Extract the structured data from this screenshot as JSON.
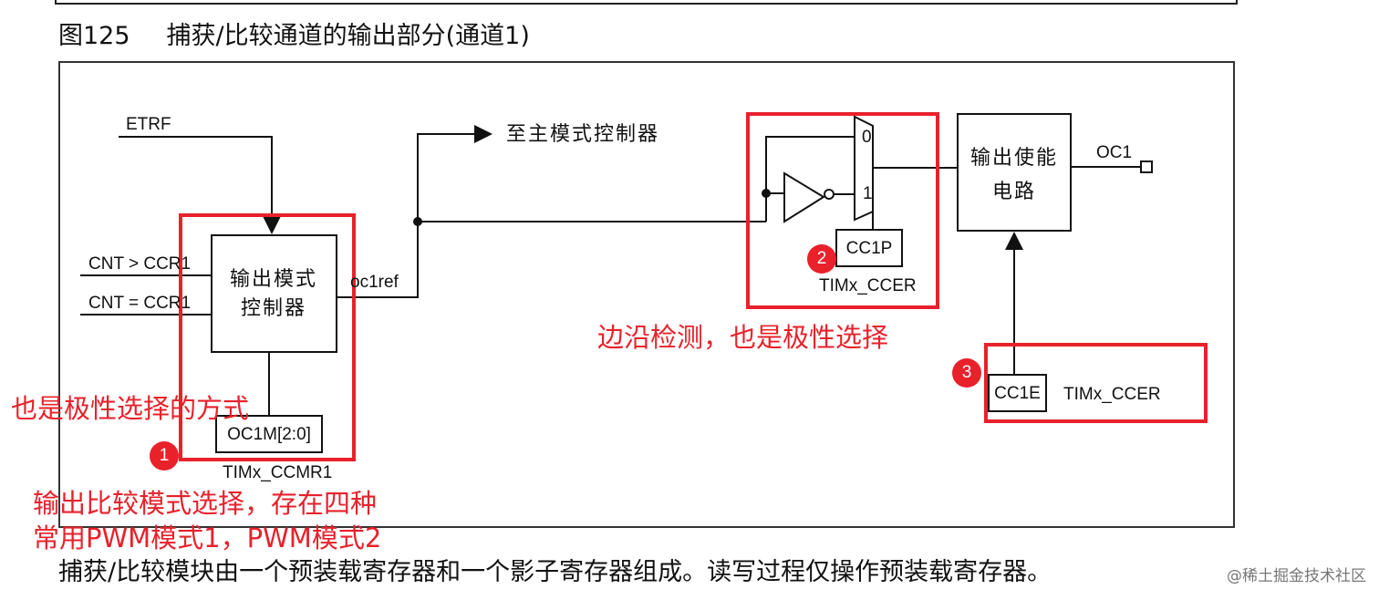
{
  "figure": {
    "number": "图125",
    "caption": "捕获/比较通道的输出部分(通道1)"
  },
  "diagram": {
    "etrf": "ETRF",
    "cnt_gt": "CNT > CCR1",
    "cnt_eq": "CNT = CCR1",
    "oc_controller": [
      "输出模式",
      "控制器"
    ],
    "oc1ref": "oc1ref",
    "to_master": "至主模式控制器",
    "oc1m": "OC1M[2:0]",
    "timx_ccmr1": "TIMx_CCMR1",
    "mux_in0": "0",
    "mux_in1": "1",
    "cc1p": "CC1P",
    "timx_ccer_a": "TIMx_CCER",
    "enable_circuit": [
      "输出使能",
      "电路"
    ],
    "oc1": "OC1",
    "cc1e": "CC1E",
    "timx_ccer_b": "TIMx_CCER"
  },
  "annotations": {
    "badge1": "1",
    "badge2": "2",
    "badge3": "3",
    "note_polarity_method": "也是极性选择的方式",
    "note_edge": "边沿检测，也是极性选择",
    "note_compare_line1": "输出比较模式选择，存在四种",
    "note_compare_line2": "常用PWM模式1，PWM模式2",
    "highlight_color": "#e8212b"
  },
  "footer": {
    "text": "捕获/比较模块由一个预装载寄存器和一个影子寄存器组成。读写过程仅操作预装载寄存器。",
    "watermark": "@稀土掘金技术社区"
  }
}
